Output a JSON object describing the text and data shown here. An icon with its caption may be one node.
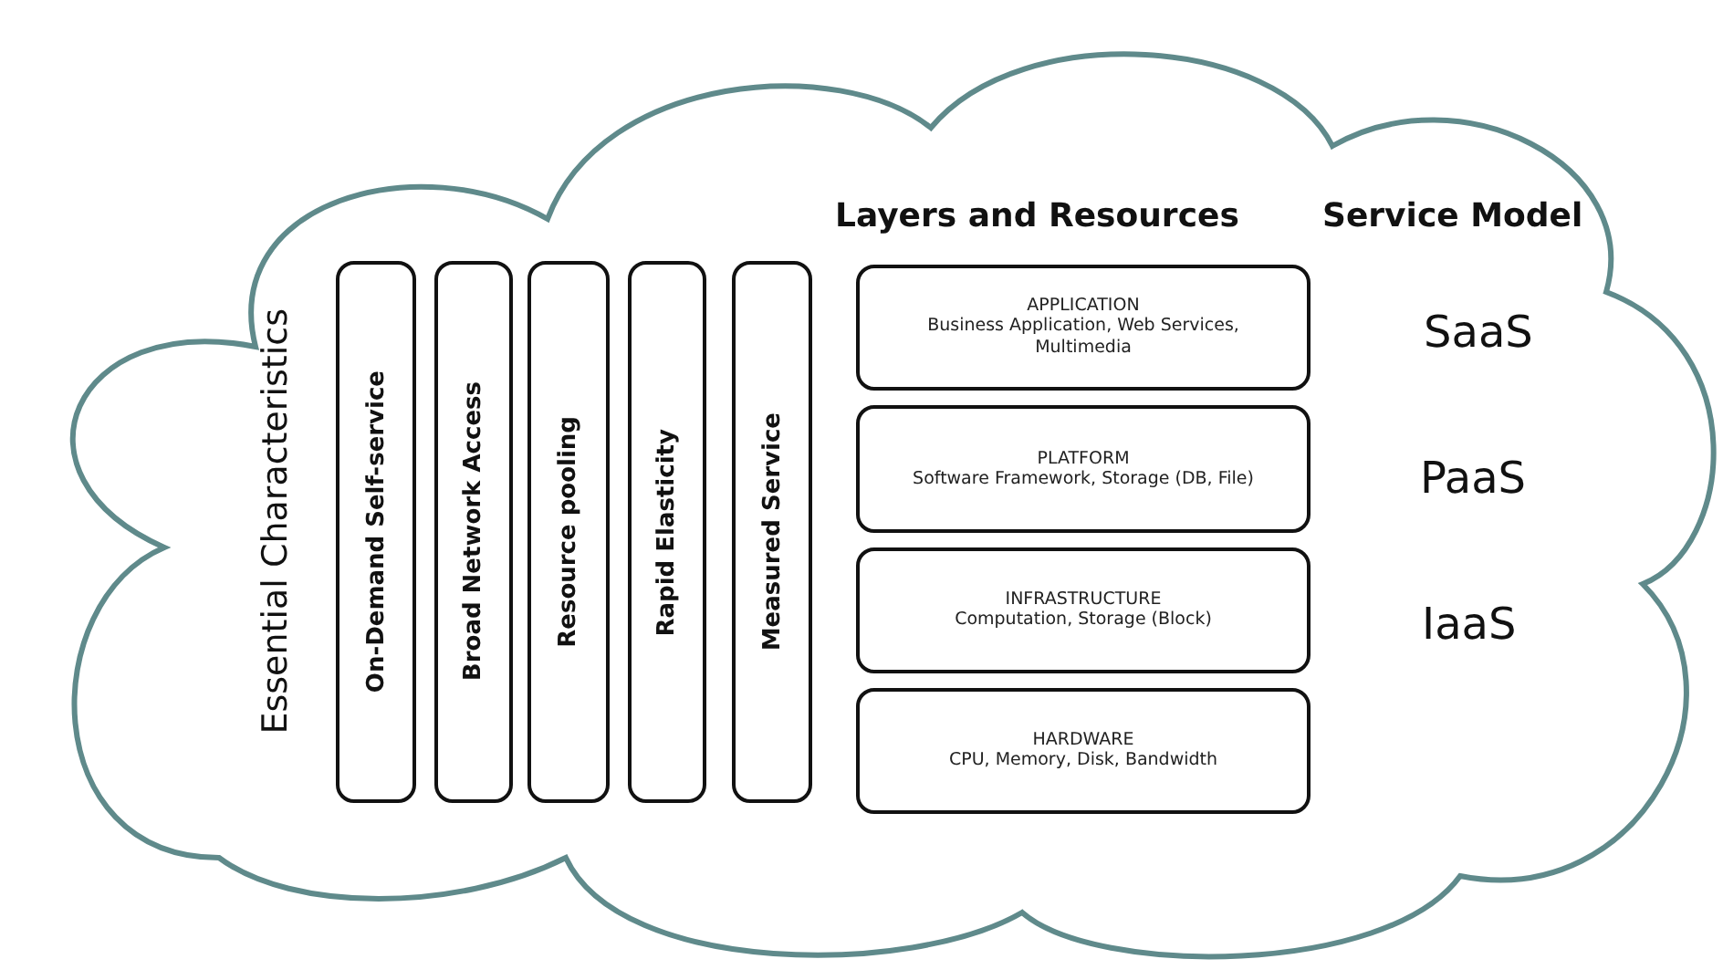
{
  "diagram": {
    "nodes": [
      {
        "text": [
          "On-Demand Self-service"
        ]
      },
      {
        "text": [
          "Broad Network Access"
        ]
      },
      {
        "text": [
          "Resource pooling"
        ]
      },
      {
        "text": [
          "Rapid Elasticity"
        ]
      },
      {
        "text": [
          "Measured Service"
        ]
      },
      {
        "text": [
          "APPLICATION",
          "Business Application, Web Services, Multimedia"
        ]
      },
      {
        "text": [
          "PLATFORM",
          "Software Framework, Storage (DB, File)"
        ]
      },
      {
        "text": [
          "INFRASTRUCTURE",
          "Computation, Storage (Block)"
        ]
      },
      {
        "text": [
          "HARDWARE",
          "CPU, Memory, Disk, Bandwidth"
        ]
      }
    ],
    "edges": [],
    "labels": [
      "Layers and Resources",
      "Service Model",
      "Essential Characteristics",
      "SaaS",
      "PaaS",
      "IaaS"
    ]
  }
}
